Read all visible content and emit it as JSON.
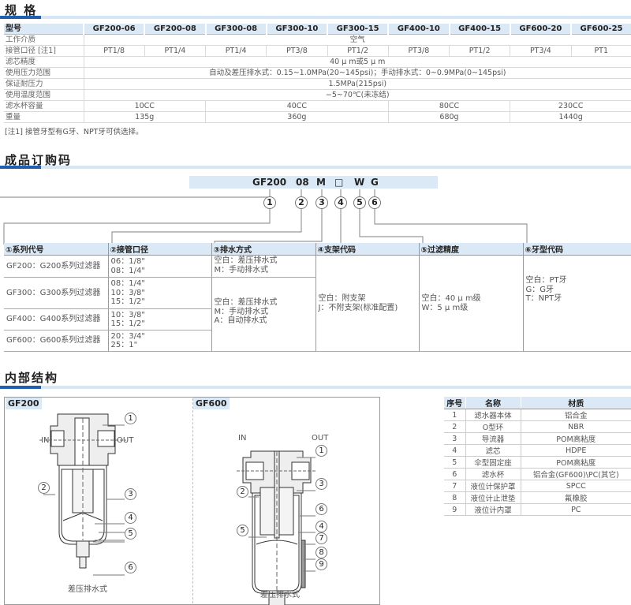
{
  "sections": {
    "spec": "规 格",
    "order": "成品订购码",
    "structure": "内部结构"
  },
  "spec": {
    "header_label": "型号",
    "models": [
      "GF200-06",
      "GF200-08",
      "GF300-08",
      "GF300-10",
      "GF300-15",
      "GF400-10",
      "GF400-15",
      "GF600-20",
      "GF600-25"
    ],
    "rows": [
      {
        "label": "工作介质",
        "cells": [
          {
            "text": "空气",
            "span": 9
          }
        ]
      },
      {
        "label": "接管口径  [注1]",
        "cells": [
          {
            "text": "PT1/8",
            "span": 1
          },
          {
            "text": "PT1/4",
            "span": 1
          },
          {
            "text": "PT1/4",
            "span": 1
          },
          {
            "text": "PT3/8",
            "span": 1
          },
          {
            "text": "PT1/2",
            "span": 1
          },
          {
            "text": "PT3/8",
            "span": 1
          },
          {
            "text": "PT1/2",
            "span": 1
          },
          {
            "text": "PT3/4",
            "span": 1
          },
          {
            "text": "PT1",
            "span": 1
          }
        ]
      },
      {
        "label": "滤芯精度",
        "cells": [
          {
            "text": "40 μ m或5 μ m",
            "span": 9
          }
        ]
      },
      {
        "label": "使用压力范围",
        "cells": [
          {
            "text": "自动及差压排水式：0.15~1.0MPa(20~145psi)；手动排水式：0~0.9MPa(0~145psi)",
            "span": 9
          }
        ]
      },
      {
        "label": "保证耐压力",
        "cells": [
          {
            "text": "1.5MPa(215psi)",
            "span": 9
          }
        ]
      },
      {
        "label": "使用温度范围",
        "cells": [
          {
            "text": "−5~70℃(未冻结)",
            "span": 9
          }
        ]
      },
      {
        "label": "滤水杯容量",
        "cells": [
          {
            "text": "10CC",
            "span": 2
          },
          {
            "text": "40CC",
            "span": 3
          },
          {
            "text": "80CC",
            "span": 2
          },
          {
            "text": "230CC",
            "span": 2
          }
        ]
      },
      {
        "label": "重量",
        "cells": [
          {
            "text": "135g",
            "span": 2
          },
          {
            "text": "360g",
            "span": 3
          },
          {
            "text": "680g",
            "span": 2
          },
          {
            "text": "1440g",
            "span": 2
          }
        ]
      }
    ],
    "note": "[注1] 接管牙型有G牙、NPT牙可供选择。"
  },
  "order_code": {
    "parts": [
      "GF200",
      "08",
      "M",
      "□",
      "W",
      "G"
    ],
    "numbers": [
      "1",
      "2",
      "3",
      "4",
      "5",
      "6"
    ],
    "headers": [
      "①系列代号",
      "②接管口径",
      "③排水方式",
      "④支架代码",
      "⑤过滤精度",
      "⑥牙型代码"
    ],
    "series": [
      "GF200：G200系列过滤器",
      "GF300：G300系列过滤器",
      "GF400：G400系列过滤器",
      "GF600：G600系列过滤器"
    ],
    "ports": [
      [
        "06：1/8\"",
        "08：1/4\""
      ],
      [
        "08：1/4\"",
        "10：3/8\"",
        "15：1/2\""
      ],
      [
        "10：3/8\"",
        "15：1/2\""
      ],
      [
        "20：3/4\"",
        "25：1\""
      ]
    ],
    "drain_gf200": [
      "空白：差压排水式",
      "M：手动排水式"
    ],
    "drain_other": [
      "空白：差压排水式",
      "M：手动排水式",
      "A：自动排水式"
    ],
    "bracket": [
      "空白：附支架",
      "J：不附支架(标准配置)"
    ],
    "precision": [
      "空白：40 μ m级",
      "W：5 μ m级"
    ],
    "thread": [
      "空白：PT牙",
      "G：G牙",
      "T：NPT牙"
    ]
  },
  "structure": {
    "gf200": {
      "title": "GF200",
      "caption": "差压排水式",
      "in": "IN",
      "out": "OUT",
      "callouts": [
        "1",
        "2",
        "3",
        "4",
        "5",
        "6"
      ]
    },
    "gf600": {
      "title": "GF600",
      "caption": "差压排水式",
      "in": "IN",
      "out": "OUT",
      "callouts": [
        "1",
        "2",
        "3",
        "6",
        "4",
        "5",
        "7",
        "8",
        "9"
      ]
    },
    "parts_table": {
      "headers": [
        "序号",
        "名称",
        "材质"
      ],
      "rows": [
        [
          "1",
          "滤水器本体",
          "铝合金"
        ],
        [
          "2",
          "O型环",
          "NBR"
        ],
        [
          "3",
          "导流器",
          "POM高粘度"
        ],
        [
          "4",
          "滤芯",
          "HDPE"
        ],
        [
          "5",
          "伞型固定座",
          "POM高粘度"
        ],
        [
          "6",
          "滤水杯",
          "铝合金(GF600)\\PC(其它)"
        ],
        [
          "7",
          "液位计保护罩",
          "SPCC"
        ],
        [
          "8",
          "液位计止泄垫",
          "氟橡胶"
        ],
        [
          "9",
          "液位计内罩",
          "PC"
        ]
      ]
    }
  }
}
